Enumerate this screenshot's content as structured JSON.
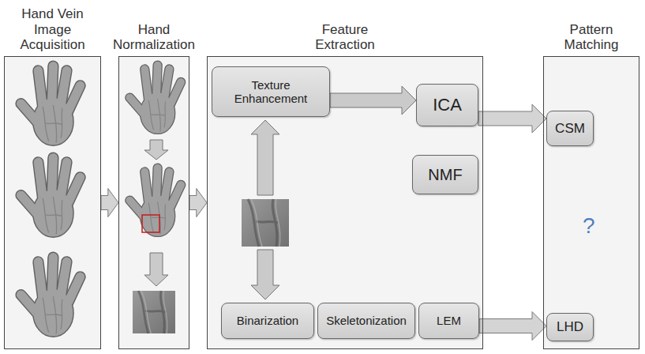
{
  "diagram": {
    "nodes": [
      {
        "text": [
          "Hand Vein Image Acquisition"
        ]
      },
      {
        "text": [
          "Hand Normalization"
        ]
      },
      {
        "text": [
          "Feature Extraction"
        ]
      },
      {
        "text": [
          "Pattern Matching"
        ]
      },
      {
        "text": [
          "Texture Enhancement"
        ],
        "in": 2
      },
      {
        "text": [
          "ICA"
        ],
        "in": 2
      },
      {
        "text": [
          "NMF"
        ],
        "in": 2
      },
      {
        "text": [
          "Binarization"
        ],
        "in": 2
      },
      {
        "text": [
          "Skeletonization"
        ],
        "in": 2
      },
      {
        "text": [
          "LEM"
        ],
        "in": 2
      },
      {
        "text": [
          "CSM"
        ],
        "in": 3
      },
      {
        "text": [
          "LHD"
        ],
        "in": 3
      }
    ],
    "edges": [
      {
        "from": 0,
        "to": 1,
        "arrow": "to"
      },
      {
        "from": 1,
        "to": 2,
        "arrow": "to"
      },
      {
        "from": 4,
        "to": 5,
        "arrow": "to"
      },
      {
        "from": 5,
        "to": 10,
        "arrow": "to"
      },
      {
        "from": 9,
        "to": 11,
        "arrow": "to"
      }
    ],
    "labels": [
      "?"
    ]
  }
}
